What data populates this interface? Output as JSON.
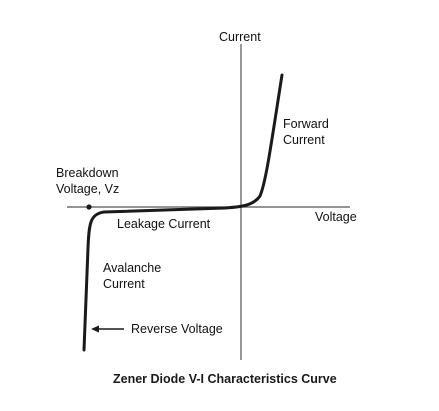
{
  "diagram": {
    "axis_y_label": "Current",
    "axis_x_label": "Voltage",
    "forward_label_line1": "Forward",
    "forward_label_line2": "Current",
    "breakdown_label_line1": "Breakdown",
    "breakdown_label_line2": "Voltage, Vz",
    "leakage_label": "Leakage Current",
    "avalanche_label_line1": "Avalanche",
    "avalanche_label_line2": "Current",
    "reverse_label": "Reverse Voltage",
    "caption": "Zener Diode V-I Characteristics Curve",
    "colors": {
      "line": "#1a1a1a",
      "axis": "#555555",
      "text": "#111111"
    }
  }
}
